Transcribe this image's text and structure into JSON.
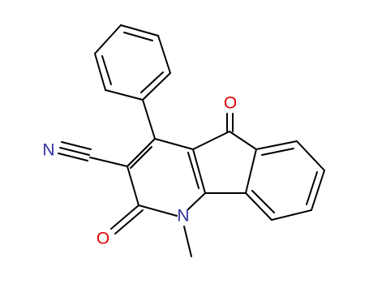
{
  "molecule": {
    "atoms": {
      "oxygen_ketone": "O",
      "oxygen_amide": "O",
      "nitrogen_nitrile": "N",
      "nitrogen_ring": "N"
    },
    "colors": {
      "oxygen": "#e00000",
      "nitrogen": "#3030a0",
      "bond": "#000000",
      "background": "#ffffff"
    }
  }
}
